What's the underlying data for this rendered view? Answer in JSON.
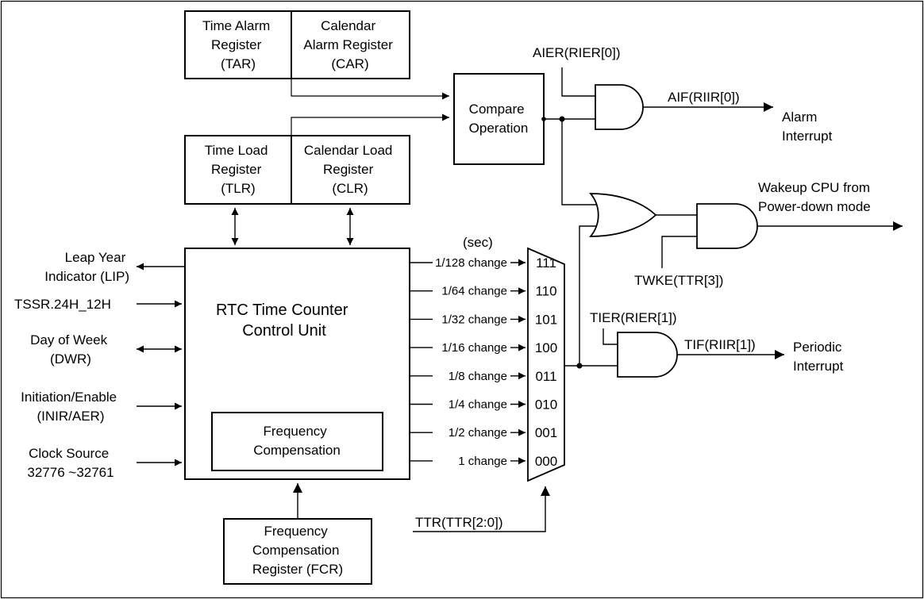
{
  "blocks": {
    "tar": [
      "Time Alarm",
      "Register",
      "(TAR)"
    ],
    "car": [
      "Calendar",
      "Alarm Register",
      "(CAR)"
    ],
    "tlr": [
      "Time Load",
      "Register",
      "(TLR)"
    ],
    "clr": [
      "Calendar Load",
      "Register",
      "(CLR)"
    ],
    "compare": [
      "Compare",
      "Operation"
    ],
    "rtc": [
      "RTC Time Counter",
      "Control Unit"
    ],
    "freq_comp": [
      "Frequency",
      "Compensation"
    ],
    "fcr": [
      "Frequency",
      "Compensation",
      "Register (FCR)"
    ]
  },
  "inputs": {
    "lip": [
      "Leap Year",
      "Indicator (LIP)"
    ],
    "tssr": "TSSR.24H_12H",
    "dwr": [
      "Day of Week",
      "(DWR)"
    ],
    "inir": [
      "Initiation/Enable",
      "(INIR/AER)"
    ],
    "clock": [
      "Clock Source",
      "32776 ~32761"
    ]
  },
  "mux": {
    "unit": "(sec)",
    "changes": [
      "1/128 change",
      "1/64 change",
      "1/32 change",
      "1/16 change",
      "1/8 change",
      "1/4 change",
      "1/2 change",
      "1 change"
    ],
    "codes": [
      "111",
      "110",
      "101",
      "100",
      "011",
      "010",
      "001",
      "000"
    ],
    "select": "TTR(TTR[2:0])"
  },
  "signals": {
    "aier": "AIER(RIER[0])",
    "aif": "AIF(RIIR[0])",
    "alarm_out": [
      "Alarm",
      "Interrupt"
    ],
    "wakeup_out": [
      "Wakeup CPU from",
      "Power-down mode"
    ],
    "twke": "TWKE(TTR[3])",
    "tier": "TIER(RIER[1])",
    "tif": "TIF(RIIR[1])",
    "periodic_out": [
      "Periodic",
      "Interrupt"
    ]
  }
}
